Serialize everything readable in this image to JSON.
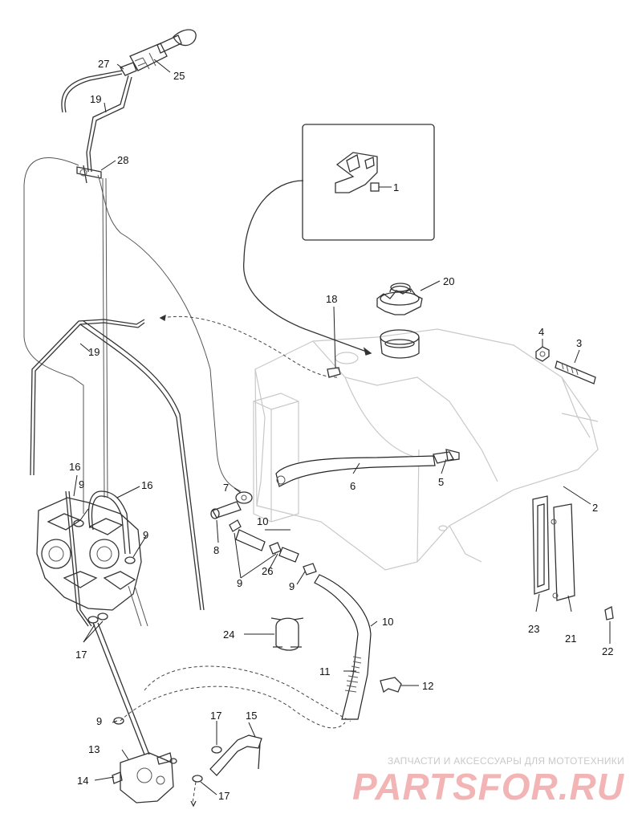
{
  "labels": {
    "p1": "1",
    "p2": "2",
    "p3": "3",
    "p4": "4",
    "p5": "5",
    "p6": "6",
    "p7": "7",
    "p8": "8",
    "p9a": "9",
    "p9b": "9",
    "p9c": "9",
    "p9d": "9",
    "p9e": "9",
    "p10a": "10",
    "p10b": "10",
    "p11": "11",
    "p12": "12",
    "p13": "13",
    "p14": "14",
    "p15": "15",
    "p16a": "16",
    "p16b": "16",
    "p17a": "17",
    "p17b": "17",
    "p17c": "17",
    "p18": "18",
    "p19a": "19",
    "p19b": "19",
    "p20": "20",
    "p21": "21",
    "p22": "22",
    "p23": "23",
    "p24": "24",
    "p25": "25",
    "p26": "26",
    "p27": "27",
    "p28": "28"
  },
  "watermark": {
    "tagline": "ЗАПЧАСТИ И АКСЕССУАРЫ ДЛЯ МОТОТЕХНИКИ",
    "logo": "PARTSFOR.RU"
  }
}
